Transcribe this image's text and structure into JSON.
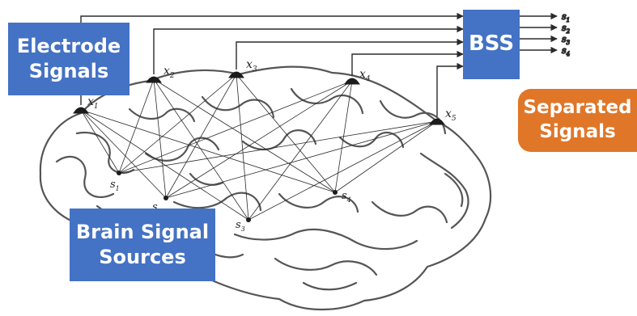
{
  "colors": {
    "box_blue": "#4472c4",
    "box_orange": "#e07628",
    "line": "#2b2b2b",
    "brain_outline": "#555555"
  },
  "boxes": {
    "electrode": {
      "line1": "Electrode",
      "line2": "Signals"
    },
    "bss": {
      "label": "BSS"
    },
    "separated": {
      "line1": "Separated",
      "line2": "Signals"
    },
    "sources": {
      "line1": "Brain Signal",
      "line2": "Sources"
    }
  },
  "electrodes": [
    "x1",
    "x2",
    "x3",
    "x4",
    "x5"
  ],
  "sources": [
    "s1",
    "s2",
    "s3",
    "s4"
  ],
  "outputs": [
    "s1",
    "s2",
    "s3",
    "s4"
  ],
  "icons": {
    "brain": "brain-outline-drawing"
  }
}
